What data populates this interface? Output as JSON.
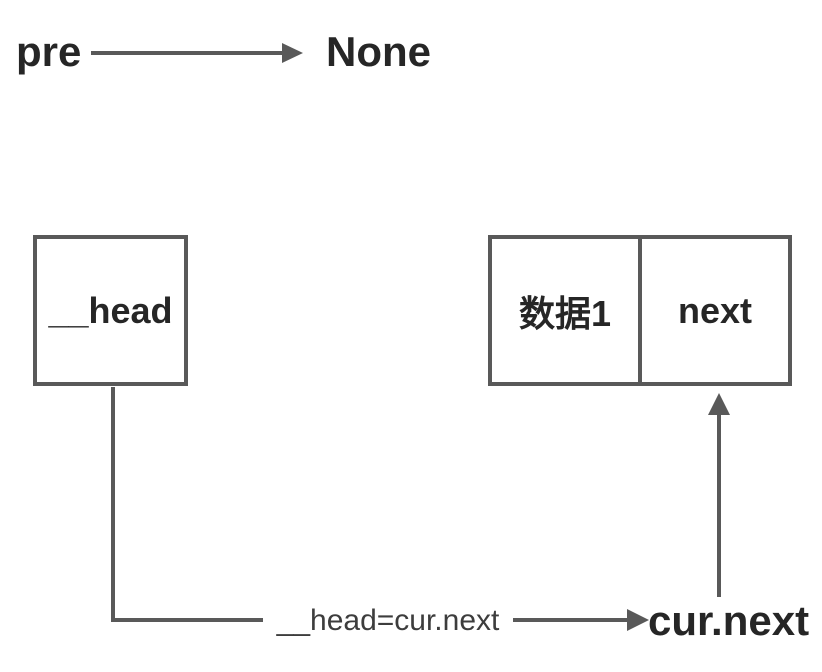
{
  "diagram": {
    "title_hint": "linked list head reassignment diagram",
    "top": {
      "pre_label": "pre",
      "none_label": "None"
    },
    "head_box": {
      "label": "__head"
    },
    "node_box": {
      "data_cell_label": "数据1",
      "next_cell_label": "next"
    },
    "bottom": {
      "assignment_label": "__head=cur.next",
      "target_label": "cur.next"
    },
    "colors": {
      "line": "#595959",
      "box_border": "#595959",
      "text": "#262626",
      "assignment_text": "#3d3d3d",
      "background": "#ffffff"
    }
  }
}
